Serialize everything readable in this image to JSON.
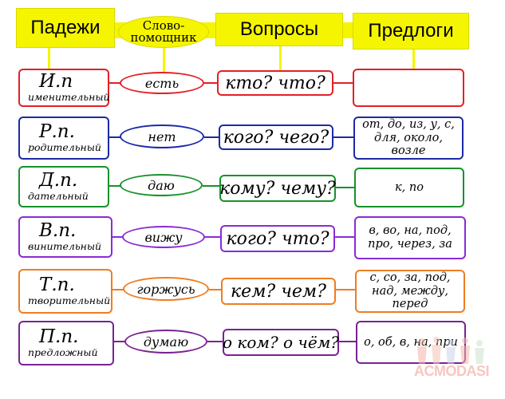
{
  "headers": {
    "cases": "Падежи",
    "helper_line1": "Слово-",
    "helper_line2": "помощник",
    "questions": "Вопросы",
    "prepositions": "Предлоги"
  },
  "rows": [
    {
      "abbr": "И.п",
      "full": "именительный",
      "helper": "есть",
      "question": "кто? что?",
      "prepositions": "",
      "color": "#e32025"
    },
    {
      "abbr": "Р.п.",
      "full": "родительный",
      "helper": "нет",
      "question": "кого? чего?",
      "prepositions": "от, до, из, у, с, для, около, возле",
      "color": "#1c2aa6"
    },
    {
      "abbr": "Д.п.",
      "full": "дательный",
      "helper": "даю",
      "question": "кому? чему?",
      "prepositions": "к, по",
      "color": "#17922b"
    },
    {
      "abbr": "В.п.",
      "full": "винительный",
      "helper": "вижу",
      "question": "кого? что?",
      "prepositions": "в, во, на, под, про, через, за",
      "color": "#8a2bd6"
    },
    {
      "abbr": "Т.п.",
      "full": "творительный",
      "helper": "горжусь",
      "question": "кем? чем?",
      "prepositions": "с, со, за, под, над, между, перед",
      "color": "#ee7d22"
    },
    {
      "abbr": "П.п.",
      "full": "предложный",
      "helper": "думаю",
      "question": "о ком? о чём?",
      "prepositions": "о, об, в, на, при",
      "color": "#7a2392"
    }
  ],
  "colors": {
    "header_fill": "#f5f500",
    "line": "#f5f500"
  },
  "watermark": {
    "text": "ACMODASI",
    "icon": "people-figures-logo"
  }
}
